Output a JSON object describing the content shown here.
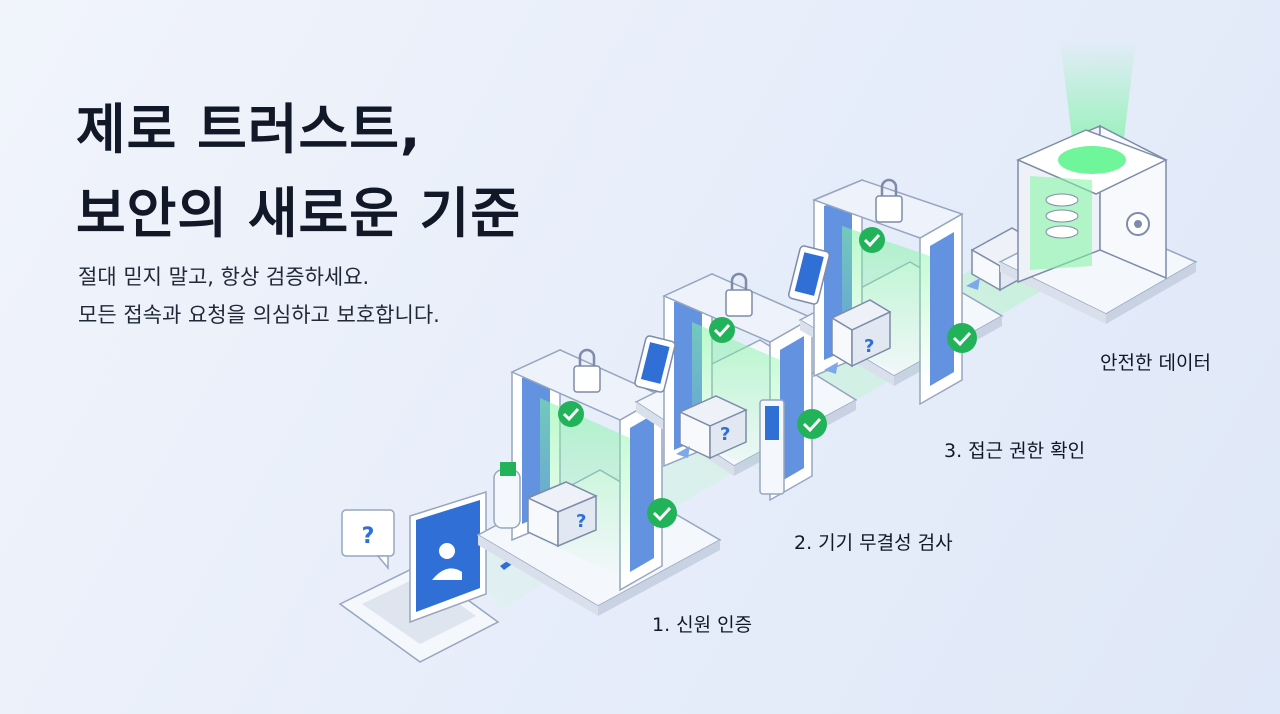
{
  "headline": {
    "line1": "제로 트러스트,",
    "line2": "보안의 새로운 기준"
  },
  "subtitle": {
    "line1": "절대 믿지 말고, 항상 검증하세요.",
    "line2": "모든 접속과 요청을 의심하고 보호합니다."
  },
  "steps": [
    {
      "label": "1. 신원 인증"
    },
    {
      "label": "2. 기기 무결성 검사"
    },
    {
      "label": "3. 접근 권한 확인"
    }
  ],
  "destination": {
    "label": "안전한 데이터"
  },
  "colors": {
    "accent_blue": "#2f6fd6",
    "check_green": "#22b35a",
    "glow_green": "#5ef08a"
  }
}
